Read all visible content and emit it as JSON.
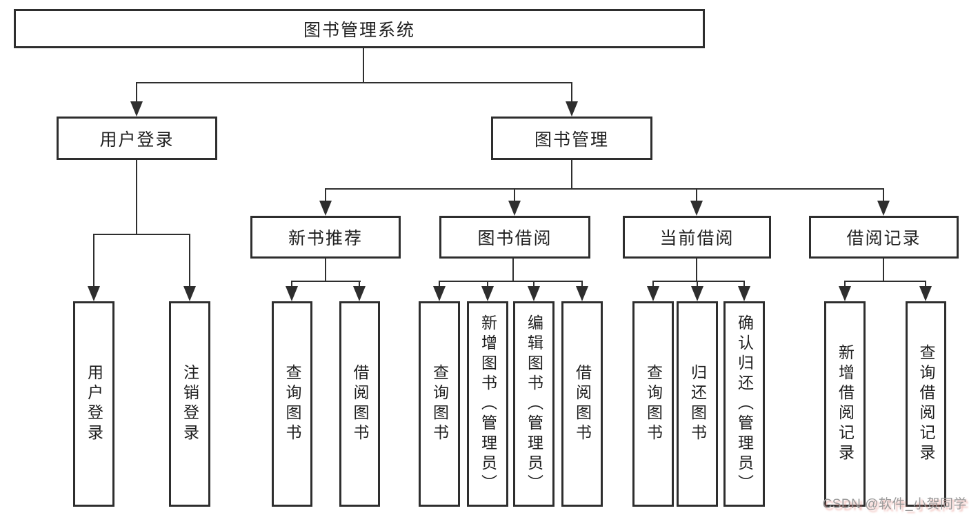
{
  "colors": {
    "stroke": "#2e2e2e",
    "text": "#1f1f1f",
    "canvas_background": "#ffffff",
    "watermark_gray": "#9a9a9a",
    "watermark_red": "#e07b73"
  },
  "tree": {
    "root": {
      "id": "library-management-system",
      "label": "图书管理系统",
      "children": [
        {
          "id": "user-login",
          "label": "用户登录",
          "children": [
            {
              "id": "user-login-action",
              "label": "用户登录"
            },
            {
              "id": "logout-action",
              "label": "注销登录"
            }
          ]
        },
        {
          "id": "book-management",
          "label": "图书管理",
          "children": [
            {
              "id": "new-book-recommendation",
              "label": "新书推荐",
              "children": [
                {
                  "id": "nbr-query-books",
                  "label": "查询图书"
                },
                {
                  "id": "nbr-borrow-books",
                  "label": "借阅图书"
                }
              ]
            },
            {
              "id": "book-borrowing",
              "label": "图书借阅",
              "children": [
                {
                  "id": "bb-query-books",
                  "label": "查询图书"
                },
                {
                  "id": "bb-add-books-admin",
                  "label": "新增图书（管理员）"
                },
                {
                  "id": "bb-edit-books-admin",
                  "label": "编辑图书（管理员）"
                },
                {
                  "id": "bb-borrow-books",
                  "label": "借阅图书"
                }
              ]
            },
            {
              "id": "current-borrowing",
              "label": "当前借阅",
              "children": [
                {
                  "id": "cb-query-books",
                  "label": "查询图书"
                },
                {
                  "id": "cb-return-books",
                  "label": "归还图书"
                },
                {
                  "id": "cb-confirm-return-admin",
                  "label": "确认归还（管理员）"
                }
              ]
            },
            {
              "id": "borrowing-records",
              "label": "借阅记录",
              "children": [
                {
                  "id": "br-add-record",
                  "label": "新增借阅记录"
                },
                {
                  "id": "br-query-record",
                  "label": "查询借阅记录"
                }
              ]
            }
          ]
        }
      ]
    }
  },
  "watermark": {
    "label": "CSDN @软件_小贺同学"
  }
}
